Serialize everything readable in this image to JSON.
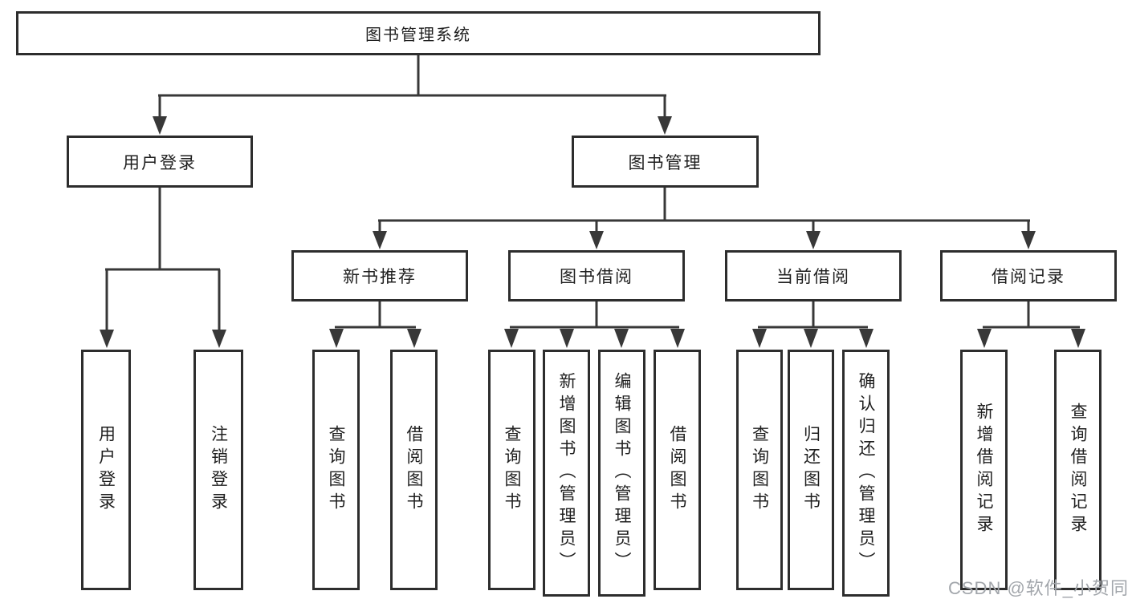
{
  "tree": {
    "root": {
      "label": "图书管理系统"
    },
    "level2": [
      {
        "label": "用户登录"
      },
      {
        "label": "图书管理"
      }
    ],
    "level3": [
      {
        "label": "新书推荐"
      },
      {
        "label": "图书借阅"
      },
      {
        "label": "当前借阅"
      },
      {
        "label": "借阅记录"
      }
    ],
    "leaves": {
      "user_login": [
        "用户登录",
        "注销登录"
      ],
      "new_book": [
        "查询图书",
        "借阅图书"
      ],
      "book_borrow": [
        "查询图书",
        "新增图书（管理员）",
        "编辑图书（管理员）",
        "借阅图书"
      ],
      "current_borrow": [
        "查询图书",
        "归还图书",
        "确认归还（管理员）"
      ],
      "borrow_record": [
        "新增借阅记录",
        "查询借阅记录"
      ]
    }
  },
  "watermark": {
    "text": "CSDN @软件_小贺同学"
  },
  "colors": {
    "line": "#383838",
    "box_border": "#2d2d2d",
    "text": "#1f1f1f",
    "background": "#ffffff",
    "watermark": "#a2a6ab"
  }
}
